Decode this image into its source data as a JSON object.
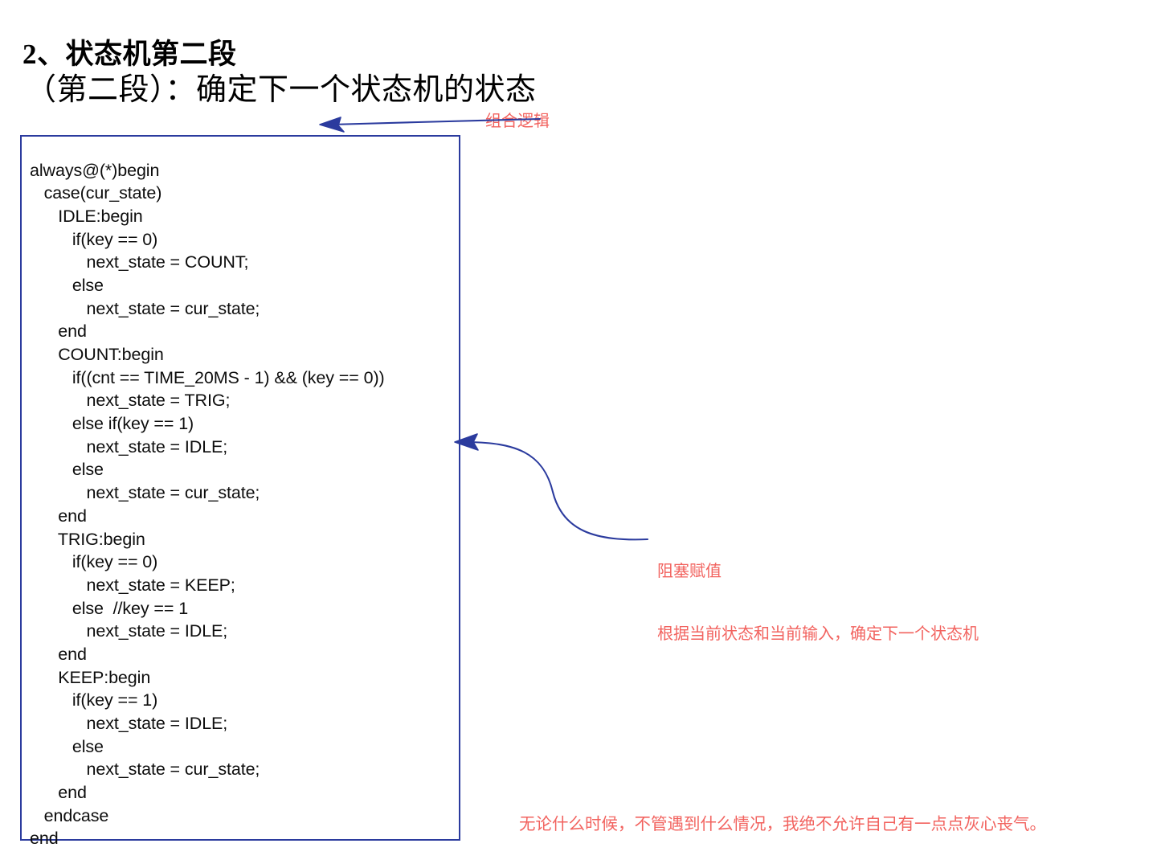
{
  "slide": {
    "background_color": "#ffffff",
    "title_line_1": "2、状态机第二段",
    "title_line_2": "（第二段）：确定下一个状态机的状态"
  },
  "code_box": {
    "border_color": "#2b3b9e",
    "text_color": "#0d0d0d",
    "language": "verilog",
    "lines": [
      "always@(*)begin",
      "   case(cur_state)",
      "      IDLE:begin",
      "         if(key == 0)",
      "            next_state = COUNT;",
      "         else",
      "            next_state = cur_state;",
      "      end",
      "      COUNT:begin",
      "         if((cnt == TIME_20MS - 1) && (key == 0))",
      "            next_state = TRIG;",
      "         else if(key == 1)",
      "            next_state = IDLE;",
      "         else",
      "            next_state = cur_state;",
      "      end",
      "      TRIG:begin",
      "         if(key == 0)",
      "            next_state = KEEP;",
      "         else  //key == 1",
      "            next_state = IDLE;",
      "      end",
      "      KEEP:begin",
      "         if(key == 1)",
      "            next_state = IDLE;",
      "         else",
      "            next_state = cur_state;",
      "      end",
      "   endcase",
      "end"
    ]
  },
  "annotations": {
    "color": "#f2635f",
    "arrow_color": "#2b3b9e",
    "combinational_logic": "组合逻辑",
    "blocking_assignment_line_1": "阻塞赋值",
    "blocking_assignment_line_2": "根据当前状态和当前输入，确定下一个状态机",
    "motto": "无论什么时候，不管遇到什么情况，我绝不允许自己有一点点灰心丧气。"
  }
}
